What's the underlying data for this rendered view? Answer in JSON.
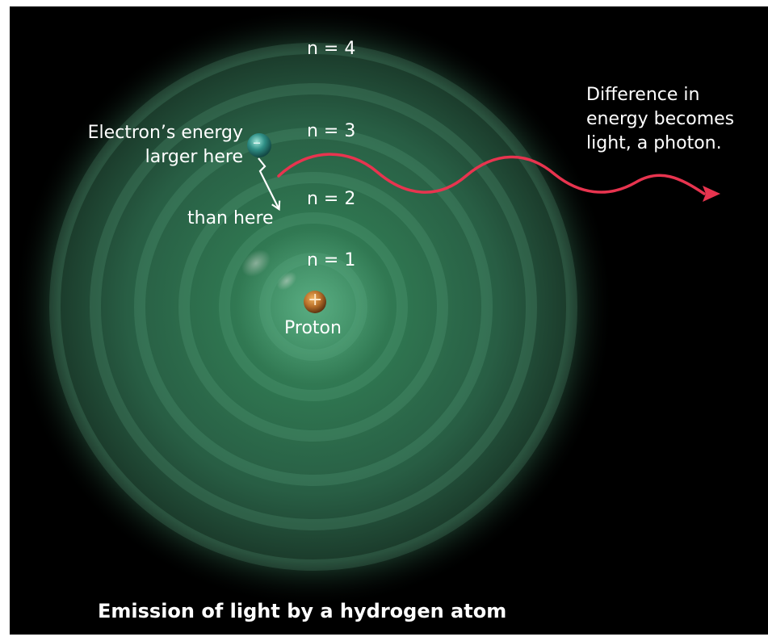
{
  "figure": {
    "levels": [
      "n = 4",
      "n = 3",
      "n = 2",
      "n = 1"
    ],
    "electron_label_line1": "Electron’s energy",
    "electron_label_line2": "larger here",
    "electron_sign": "–",
    "than_here_label": "than here",
    "proton_label": "Proton",
    "proton_sign": "+",
    "photon_label_line1": "Difference in",
    "photon_label_line2": "energy becomes",
    "photon_label_line3": "light, a photon.",
    "caption": "Emission of light by a hydrogen atom"
  },
  "colors": {
    "background": "#000000",
    "cloud": "#2f6f4c",
    "photon": "#e8344f",
    "electron": "#2f8f86",
    "proton": "#b8702a",
    "text": "#ffffff"
  }
}
